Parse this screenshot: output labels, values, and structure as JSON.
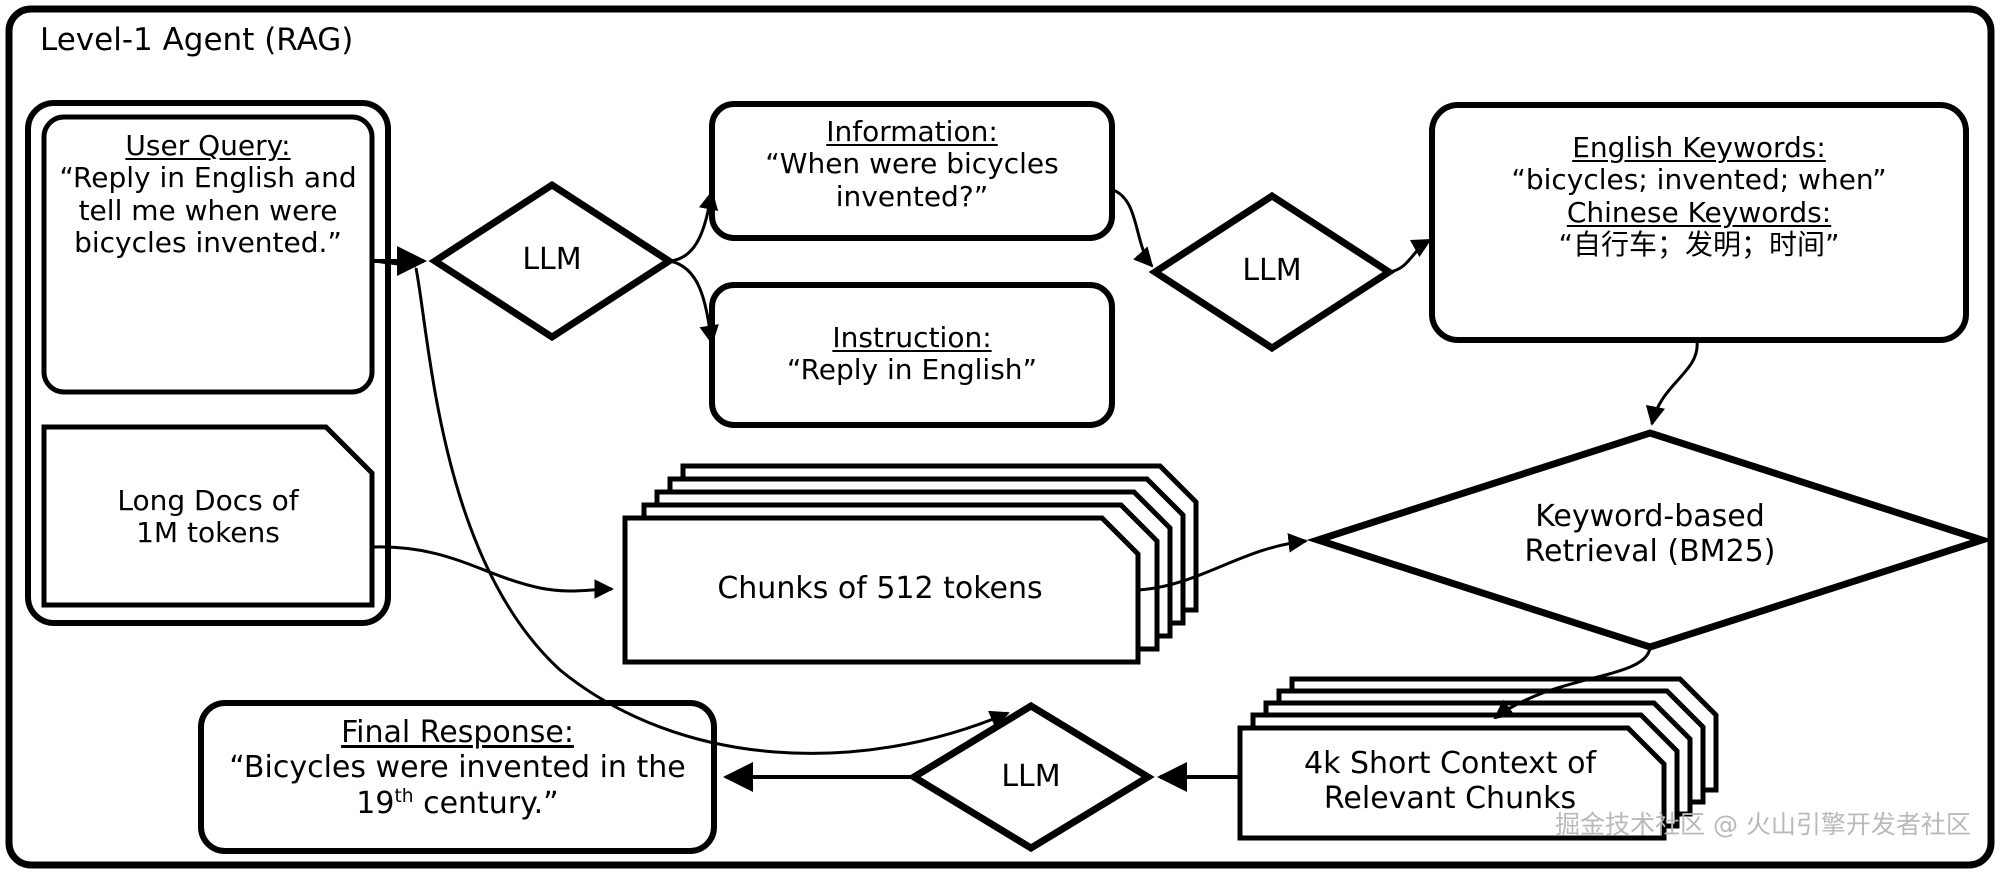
{
  "diagram": {
    "title": "Level-1 Agent (RAG)",
    "type": "flowchart",
    "watermark": "掘金技术社区 @ 火山引擎开发者社区",
    "colors": {
      "stroke": "#000000",
      "fill": "#ffffff",
      "watermark": "#b9b9b9"
    },
    "nodes": {
      "user_query": {
        "shape": "rounded-rect",
        "header": "User Query:",
        "body": "“Reply in English and tell me when were bicycles invented.”"
      },
      "long_docs": {
        "shape": "note",
        "line1": "Long Docs of",
        "line2": "1M tokens"
      },
      "llm_1": {
        "shape": "diamond",
        "label": "LLM"
      },
      "information": {
        "shape": "rounded-rect",
        "header": "Information:",
        "body": "“When were bicycles invented?”"
      },
      "instruction": {
        "shape": "rounded-rect",
        "header": "Instruction:",
        "body": "“Reply in English”"
      },
      "llm_2": {
        "shape": "diamond",
        "label": "LLM"
      },
      "keywords": {
        "shape": "rounded-rect",
        "header_en": "English Keywords:",
        "body_en": "“bicycles; invented; when”",
        "header_zh": "Chinese Keywords:",
        "body_zh": "“自行车；发明；时间”"
      },
      "chunks": {
        "shape": "stacked-note",
        "label": "Chunks of 512 tokens"
      },
      "retrieval": {
        "shape": "diamond",
        "line1": "Keyword-based",
        "line2": "Retrieval (BM25)"
      },
      "relevant_chunks": {
        "shape": "stacked-note",
        "line1": "4k Short Context of",
        "line2": "Relevant Chunks"
      },
      "llm_3": {
        "shape": "diamond",
        "label": "LLM"
      },
      "final_response": {
        "shape": "rounded-rect",
        "header": "Final Response:",
        "body_pre": "“Bicycles were invented in the 19",
        "body_sup": "th",
        "body_post": " century.”"
      }
    },
    "edges": [
      {
        "from": "user_query",
        "to": "llm_1"
      },
      {
        "from": "llm_1",
        "to": "information"
      },
      {
        "from": "llm_1",
        "to": "instruction"
      },
      {
        "from": "information",
        "to": "llm_2"
      },
      {
        "from": "llm_2",
        "to": "keywords"
      },
      {
        "from": "keywords",
        "to": "retrieval"
      },
      {
        "from": "long_docs",
        "to": "chunks"
      },
      {
        "from": "chunks",
        "to": "retrieval"
      },
      {
        "from": "retrieval",
        "to": "relevant_chunks"
      },
      {
        "from": "relevant_chunks",
        "to": "llm_3"
      },
      {
        "from": "instruction",
        "to": "llm_3"
      },
      {
        "from": "llm_3",
        "to": "final_response"
      }
    ]
  }
}
